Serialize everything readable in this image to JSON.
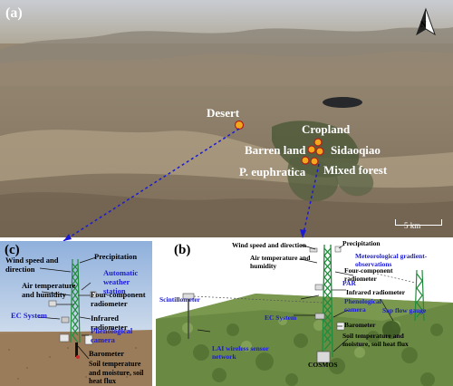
{
  "panel_a": {
    "letter": "(a)",
    "sites": [
      {
        "name": "Desert"
      },
      {
        "name": "Cropland"
      },
      {
        "name": "Barren land"
      },
      {
        "name": "Sidaoqiao"
      },
      {
        "name": "P. euphratica"
      },
      {
        "name": "Mixed forest"
      }
    ],
    "scale_label": "5 km",
    "north_label": "N"
  },
  "panel_c": {
    "letter": "(c)",
    "labels": {
      "wind": "Wind speed and direction",
      "precip": "Precipitation",
      "aws": "Automatic weather station",
      "air": "Air temperature and humidity",
      "four": "Four-component radiometer",
      "ec": "EC System",
      "infrared": "Infrared radiometer",
      "camera": "Phenological camera",
      "baro": "Barometer",
      "soil": "Soil temperature and moisture, soil heat flux"
    }
  },
  "panel_b": {
    "letter": "(b)",
    "labels": {
      "wind": "Wind speed and direction",
      "precip": "Precipitation",
      "air": "Air temperature and humidity",
      "met": "Meteorological gradient-observations",
      "four": "Four-component radiometer",
      "par": "PAR",
      "infrared": "Infrared radiometer",
      "scint": "Scintillometer",
      "camera": "Phenological camera",
      "sap": "Sap flow gauge",
      "ec": "EC System",
      "baro": "Barometer",
      "soil": "Soil temperature and moisture, soil heat flux",
      "lai": "LAI wireless sensor network",
      "cosmos": "COSMOS"
    }
  },
  "colors": {
    "accent_blue": "#1a1ad6",
    "tower_green": "#1f8a3a",
    "site_marker": "#f2a81d"
  }
}
